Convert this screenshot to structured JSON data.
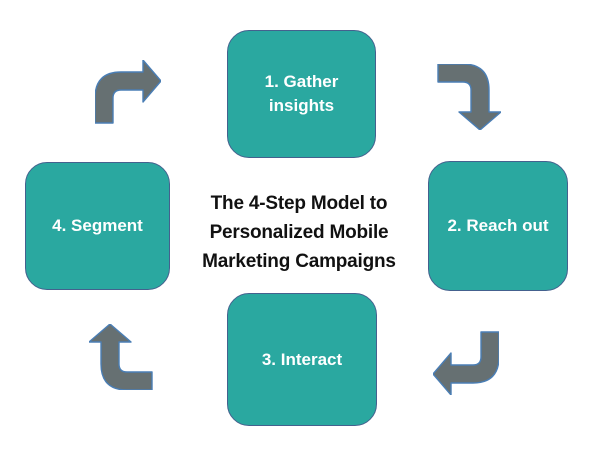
{
  "diagram": {
    "title_lines": {
      "line1": "The 4-Step Model to",
      "line2": "Personalized Mobile",
      "line3": "Marketing Campaigns"
    },
    "steps": [
      {
        "label": "1. Gather insights",
        "position": "top"
      },
      {
        "label": "2. Reach out",
        "position": "right"
      },
      {
        "label": "3. Interact",
        "position": "bottom"
      },
      {
        "label": "4. Segment",
        "position": "left"
      }
    ],
    "cycle_order": "clockwise",
    "colors": {
      "box_fill": "#2aa8a0",
      "box_border": "#44618e",
      "step_text": "#ffffff",
      "title_text": "#111111",
      "arrow_fill": "#667072",
      "arrow_border": "#4a7eb5",
      "background": "#ffffff"
    }
  }
}
